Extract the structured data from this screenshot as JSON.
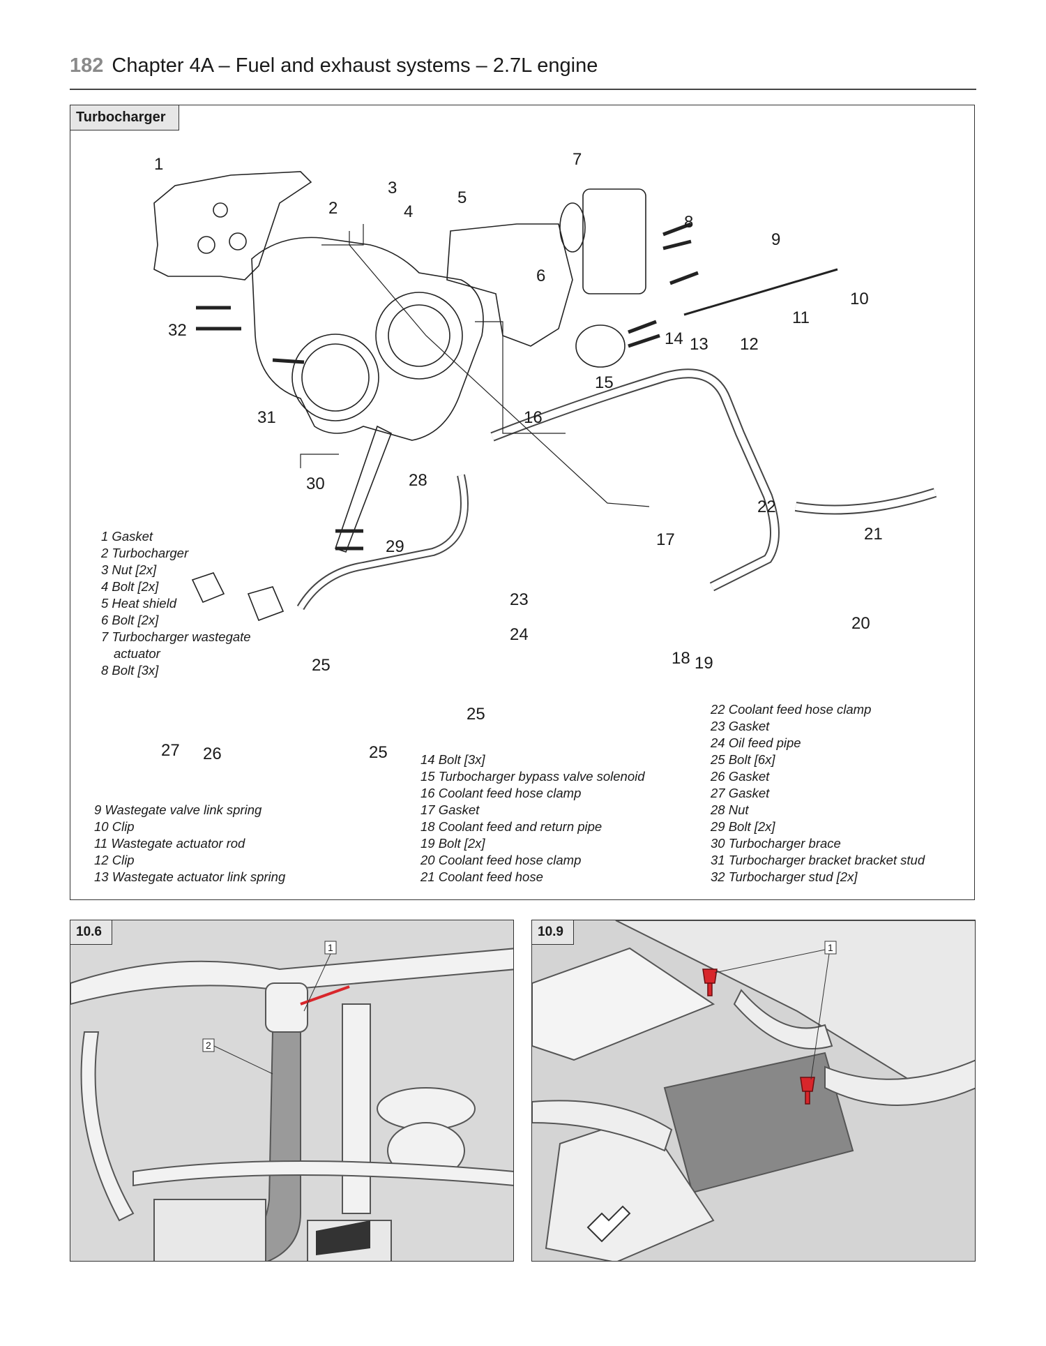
{
  "header": {
    "page_number": "182",
    "title": "Chapter 4A – Fuel and exhaust systems – 2.7L engine"
  },
  "figure": {
    "title": "Turbocharger",
    "callouts": [
      "1",
      "2",
      "3",
      "4",
      "5",
      "6",
      "7",
      "8",
      "9",
      "10",
      "11",
      "12",
      "13",
      "14",
      "15",
      "16",
      "17",
      "18",
      "19",
      "20",
      "21",
      "22",
      "23",
      "24",
      "25",
      "26",
      "27",
      "28",
      "29",
      "30",
      "31",
      "32"
    ],
    "legend_col1": [
      "1 Gasket",
      "2 Turbocharger",
      "3 Nut [2x]",
      "4 Bolt [2x]",
      "5 Heat shield",
      "6 Bolt [2x]",
      "7 Turbocharger wastegate",
      "actuator",
      "8 Bolt [3x]"
    ],
    "legend_col2": [
      "9 Wastegate valve link spring",
      "10 Clip",
      "11 Wastegate actuator rod",
      "12 Clip",
      "13 Wastegate actuator link spring"
    ],
    "legend_col3": [
      "14 Bolt [3x]",
      "15 Turbocharger bypass valve solenoid",
      "16 Coolant feed hose clamp",
      "17 Gasket",
      "18 Coolant feed and return pipe",
      "19 Bolt [2x]",
      "20 Coolant feed hose clamp",
      "21 Coolant feed hose"
    ],
    "legend_col4": [
      "22 Coolant feed hose clamp",
      "23 Gasket",
      "24 Oil feed pipe",
      "25 Bolt [6x]",
      "26 Gasket",
      "27 Gasket",
      "28 Nut",
      "29 Bolt [2x]",
      "30 Turbocharger brace",
      "31 Turbocharger bracket bracket stud",
      "32 Turbocharger stud [2x]"
    ]
  },
  "photos": [
    {
      "tag": "10.6",
      "labels": [
        "1",
        "2"
      ]
    },
    {
      "tag": "10.9",
      "labels": [
        "1"
      ]
    }
  ],
  "colors": {
    "photo_bg": "#dcdcdc",
    "highlight": "#d8262b",
    "frame": "#333333"
  }
}
